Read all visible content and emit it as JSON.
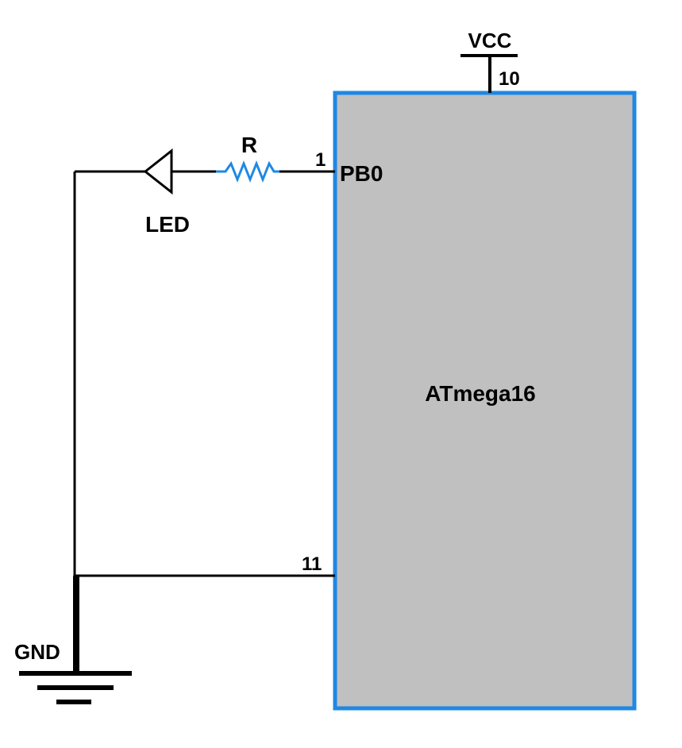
{
  "labels": {
    "vcc": "VCC",
    "vcc_pin": "10",
    "resistor": "R",
    "pb0_pin": "1",
    "pb0": "PB0",
    "led": "LED",
    "chip": "ATmega16",
    "gnd_pin": "11",
    "gnd": "GND"
  },
  "colors": {
    "chip_fill": "#c0c0c0",
    "chip_border": "#1e88e5",
    "resistor": "#1e88e5",
    "wire": "#000000"
  }
}
